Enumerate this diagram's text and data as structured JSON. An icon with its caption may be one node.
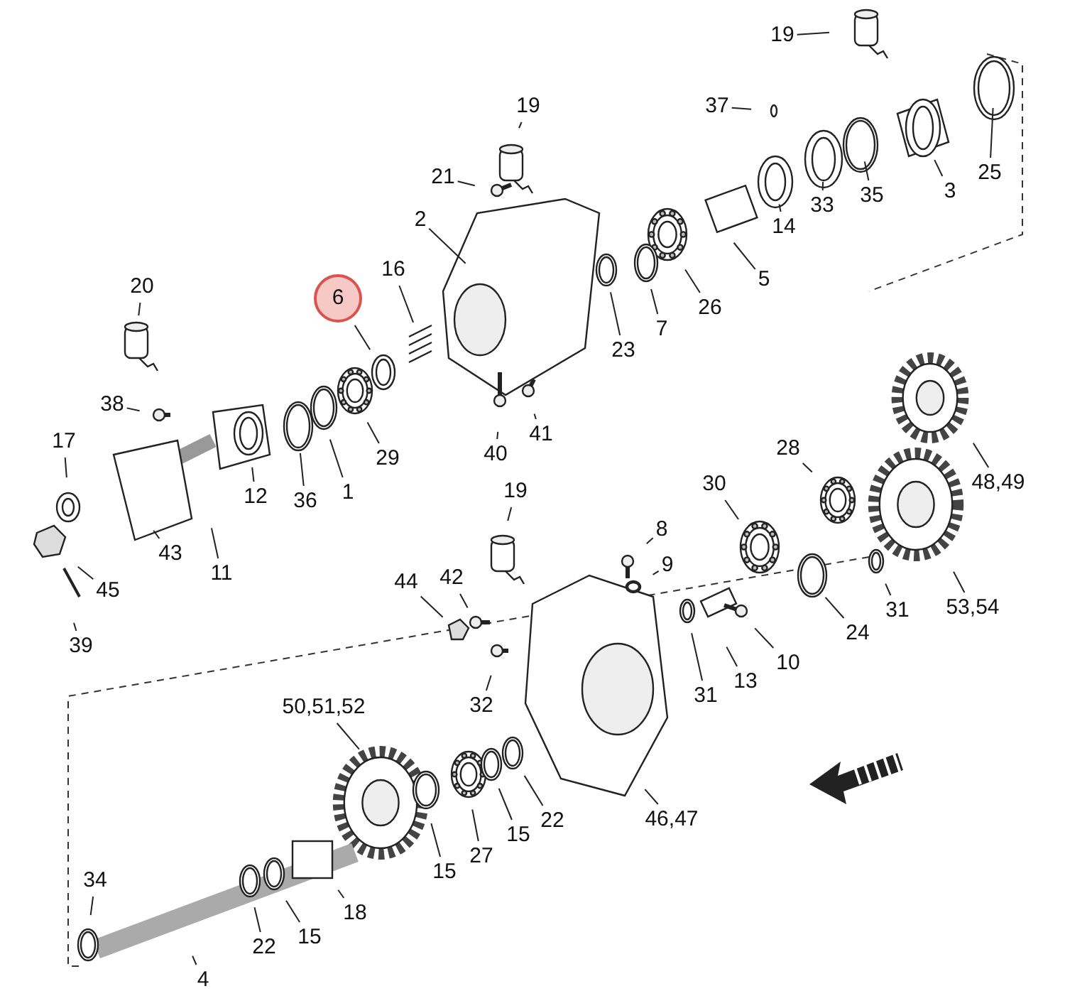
{
  "diagram": {
    "nodes": [
      {
        "text": [
          "19"
        ]
      },
      {
        "text": [
          "37"
        ]
      },
      {
        "text": [
          "19"
        ]
      },
      {
        "text": [
          "21"
        ]
      },
      {
        "text": [
          "2"
        ]
      },
      {
        "text": [
          "3"
        ]
      },
      {
        "text": [
          "25"
        ]
      },
      {
        "text": [
          "35"
        ]
      },
      {
        "text": [
          "33"
        ]
      },
      {
        "text": [
          "14"
        ]
      },
      {
        "text": [
          "5"
        ]
      },
      {
        "text": [
          "26"
        ]
      },
      {
        "text": [
          "7"
        ]
      },
      {
        "text": [
          "23"
        ]
      },
      {
        "text": [
          "6"
        ]
      },
      {
        "text": [
          "16"
        ]
      },
      {
        "text": [
          "20"
        ]
      },
      {
        "text": [
          "38"
        ]
      },
      {
        "text": [
          "17"
        ]
      },
      {
        "text": [
          "41"
        ]
      },
      {
        "text": [
          "40"
        ]
      },
      {
        "text": [
          "29"
        ]
      },
      {
        "text": [
          "1"
        ]
      },
      {
        "text": [
          "36"
        ]
      },
      {
        "text": [
          "12"
        ]
      },
      {
        "text": [
          "48,49"
        ]
      },
      {
        "text": [
          "28"
        ]
      },
      {
        "text": [
          "30"
        ]
      },
      {
        "text": [
          "8"
        ]
      },
      {
        "text": [
          "19"
        ]
      },
      {
        "text": [
          "9"
        ]
      },
      {
        "text": [
          "45"
        ]
      },
      {
        "text": [
          "43"
        ]
      },
      {
        "text": [
          "11"
        ]
      },
      {
        "text": [
          "39"
        ]
      },
      {
        "text": [
          "31"
        ]
      },
      {
        "text": [
          "53,54"
        ]
      },
      {
        "text": [
          "24"
        ]
      },
      {
        "text": [
          "44"
        ]
      },
      {
        "text": [
          "42"
        ]
      },
      {
        "text": [
          "10"
        ]
      },
      {
        "text": [
          "13"
        ]
      },
      {
        "text": [
          "31"
        ]
      },
      {
        "text": [
          "32"
        ]
      },
      {
        "text": [
          "50,51,52"
        ]
      },
      {
        "text": [
          "46,47"
        ]
      },
      {
        "text": [
          "22"
        ]
      },
      {
        "text": [
          "15"
        ]
      },
      {
        "text": [
          "27"
        ]
      },
      {
        "text": [
          "15"
        ]
      },
      {
        "text": [
          "34"
        ]
      },
      {
        "text": [
          "22"
        ]
      },
      {
        "text": [
          "15"
        ]
      },
      {
        "text": [
          "18"
        ]
      },
      {
        "text": [
          "4"
        ]
      }
    ],
    "edges": [
      {
        "from": 0,
        "to": null,
        "arrow": "none"
      },
      {
        "from": 1,
        "to": null,
        "arrow": "none"
      },
      {
        "from": 2,
        "to": null,
        "arrow": "none"
      },
      {
        "from": 3,
        "to": null,
        "arrow": "none"
      },
      {
        "from": 4,
        "to": null,
        "arrow": "none"
      },
      {
        "from": 5,
        "to": null,
        "arrow": "none"
      },
      {
        "from": 6,
        "to": null,
        "arrow": "none"
      },
      {
        "from": 7,
        "to": null,
        "arrow": "none"
      },
      {
        "from": 8,
        "to": null,
        "arrow": "none"
      },
      {
        "from": 9,
        "to": null,
        "arrow": "none"
      },
      {
        "from": 10,
        "to": null,
        "arrow": "none"
      },
      {
        "from": 11,
        "to": null,
        "arrow": "none"
      },
      {
        "from": 12,
        "to": null,
        "arrow": "none"
      },
      {
        "from": 13,
        "to": null,
        "arrow": "none"
      },
      {
        "from": 14,
        "to": null,
        "arrow": "none"
      },
      {
        "from": 15,
        "to": null,
        "arrow": "none"
      },
      {
        "from": 16,
        "to": null,
        "arrow": "none"
      },
      {
        "from": 17,
        "to": null,
        "arrow": "none"
      },
      {
        "from": 18,
        "to": null,
        "arrow": "none"
      },
      {
        "from": 19,
        "to": null,
        "arrow": "none"
      },
      {
        "from": 20,
        "to": null,
        "arrow": "none"
      },
      {
        "from": 21,
        "to": null,
        "arrow": "none"
      },
      {
        "from": 22,
        "to": null,
        "arrow": "none"
      },
      {
        "from": 23,
        "to": null,
        "arrow": "none"
      },
      {
        "from": 24,
        "to": null,
        "arrow": "none"
      },
      {
        "from": 25,
        "to": null,
        "arrow": "none"
      },
      {
        "from": 26,
        "to": null,
        "arrow": "none"
      },
      {
        "from": 27,
        "to": null,
        "arrow": "none"
      },
      {
        "from": 28,
        "to": null,
        "arrow": "none"
      },
      {
        "from": 29,
        "to": null,
        "arrow": "none"
      },
      {
        "from": 30,
        "to": null,
        "arrow": "none"
      },
      {
        "from": 31,
        "to": null,
        "arrow": "none"
      },
      {
        "from": 32,
        "to": null,
        "arrow": "none"
      },
      {
        "from": 33,
        "to": null,
        "arrow": "none"
      },
      {
        "from": 34,
        "to": null,
        "arrow": "none"
      },
      {
        "from": 35,
        "to": null,
        "arrow": "none"
      },
      {
        "from": 36,
        "to": null,
        "arrow": "none"
      },
      {
        "from": 37,
        "to": null,
        "arrow": "none"
      },
      {
        "from": 38,
        "to": null,
        "arrow": "none"
      },
      {
        "from": 39,
        "to": null,
        "arrow": "none"
      },
      {
        "from": 40,
        "to": null,
        "arrow": "none"
      },
      {
        "from": 41,
        "to": null,
        "arrow": "none"
      },
      {
        "from": 42,
        "to": null,
        "arrow": "none"
      },
      {
        "from": 43,
        "to": null,
        "arrow": "none"
      },
      {
        "from": 44,
        "to": null,
        "arrow": "none"
      },
      {
        "from": 45,
        "to": null,
        "arrow": "none"
      },
      {
        "from": 46,
        "to": null,
        "arrow": "none"
      },
      {
        "from": 47,
        "to": null,
        "arrow": "none"
      },
      {
        "from": 48,
        "to": null,
        "arrow": "none"
      },
      {
        "from": 49,
        "to": null,
        "arrow": "none"
      },
      {
        "from": 50,
        "to": null,
        "arrow": "none"
      },
      {
        "from": 51,
        "to": null,
        "arrow": "none"
      },
      {
        "from": 52,
        "to": null,
        "arrow": "none"
      },
      {
        "from": 53,
        "to": null,
        "arrow": "none"
      },
      {
        "from": 54,
        "to": null,
        "arrow": "none"
      }
    ]
  }
}
